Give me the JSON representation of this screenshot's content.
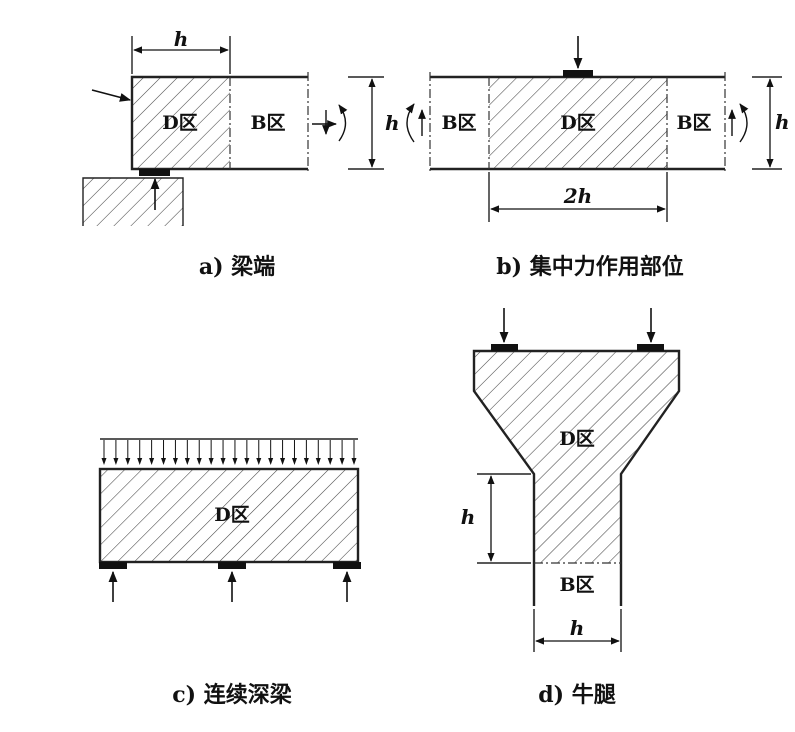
{
  "panel_a": {
    "zone_d": "D区",
    "zone_b": "B区",
    "dim_width": "h",
    "dim_height": "h",
    "caption": "a) 梁端"
  },
  "panel_b": {
    "zone_b_left": "B区",
    "zone_d": "D区",
    "zone_b_right": "B区",
    "dim_height": "h",
    "dim_width": "2h",
    "caption": "b) 集中力作用部位"
  },
  "panel_c": {
    "zone_d": "D区",
    "caption": "c) 连续深梁"
  },
  "panel_d": {
    "zone_d": "D区",
    "zone_b": "B区",
    "dim_height": "h",
    "dim_width": "h",
    "caption": "d) 牛腿"
  }
}
